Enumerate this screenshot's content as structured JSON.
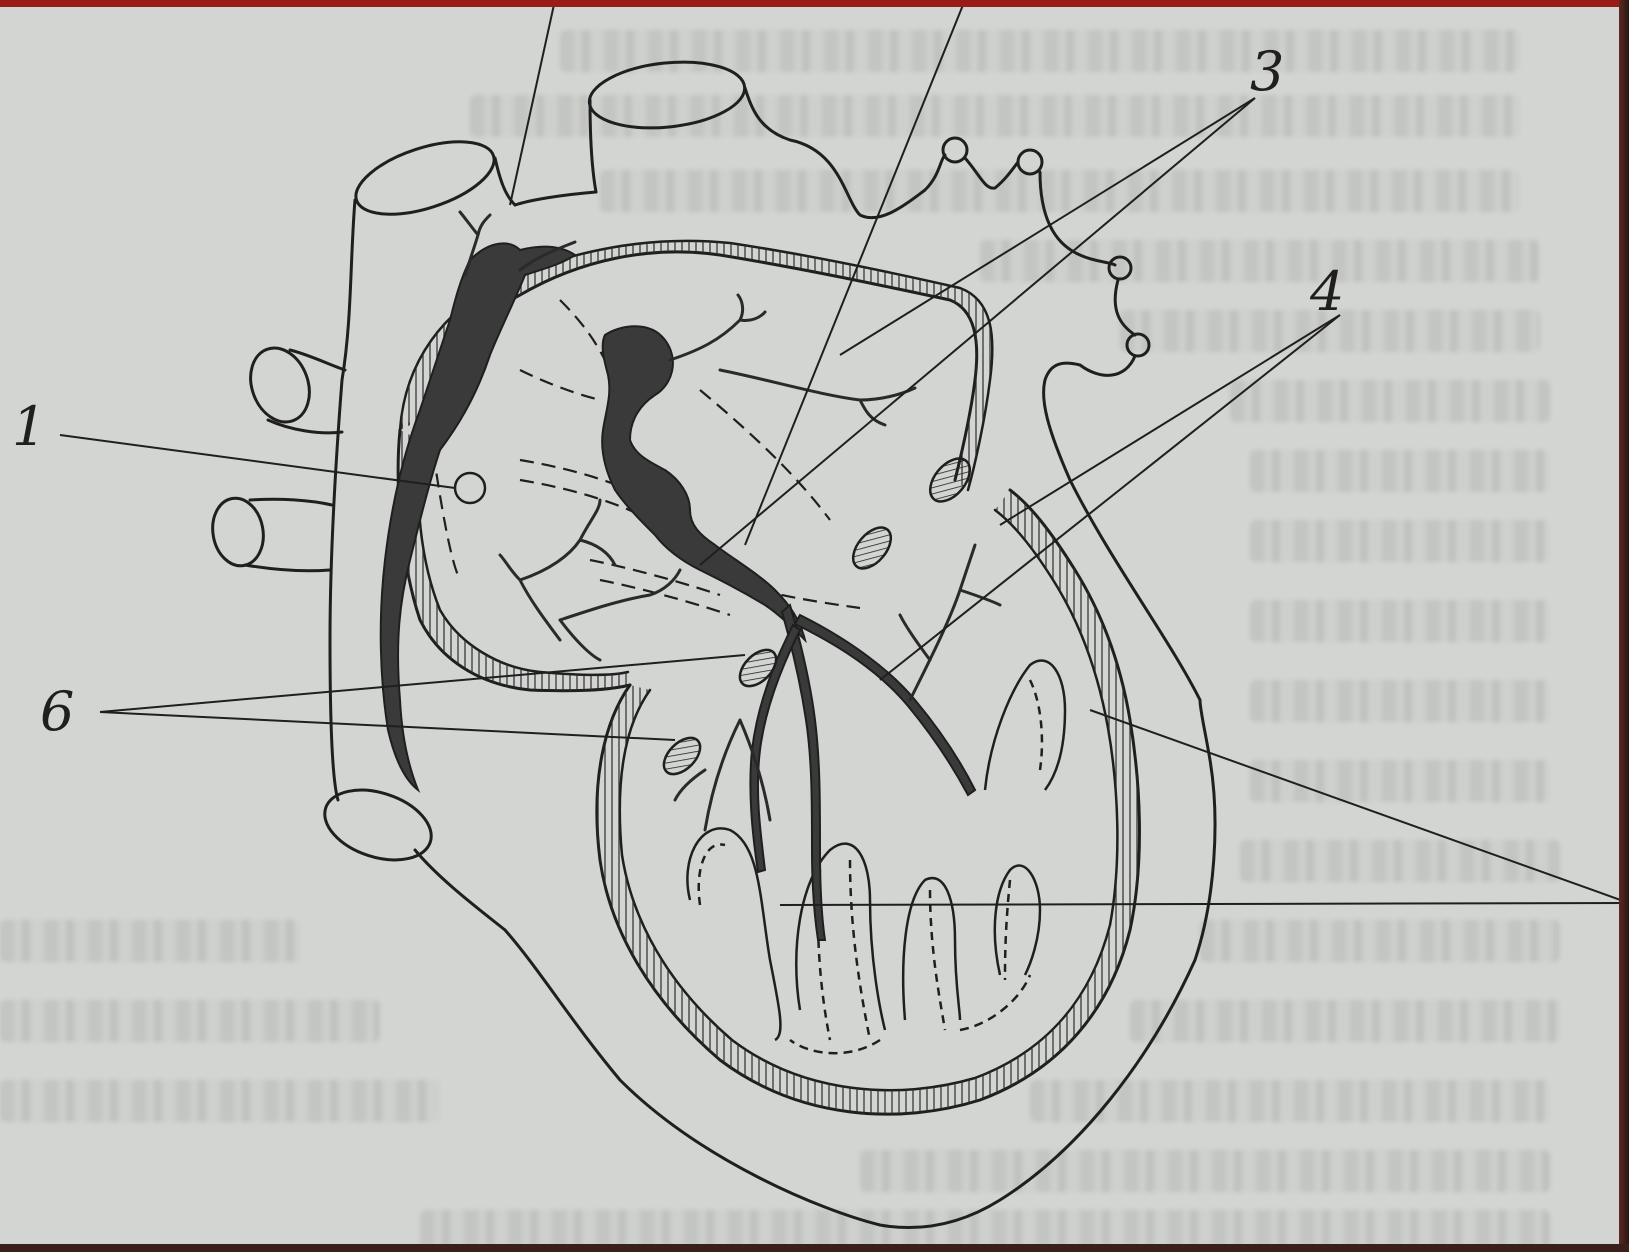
{
  "diagram": {
    "labels": {
      "label_1": "1",
      "label_3": "3",
      "label_4": "4",
      "label_6": "6"
    },
    "colors": {
      "background": "#d3d5d2",
      "ink": "#1f1f1f",
      "node_fill": "#3a3a3a",
      "top_border": "#9a1b17"
    }
  }
}
